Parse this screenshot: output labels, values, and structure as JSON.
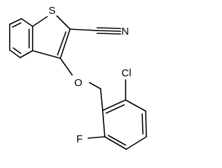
{
  "molecule": {
    "atoms": {
      "sulfur": "S",
      "nitrogen": "N",
      "oxygen": "O",
      "chlorine": "Cl",
      "fluorine": "F"
    }
  },
  "colors": {
    "bond": "#000000",
    "label": "#000000",
    "background": "#ffffff"
  }
}
